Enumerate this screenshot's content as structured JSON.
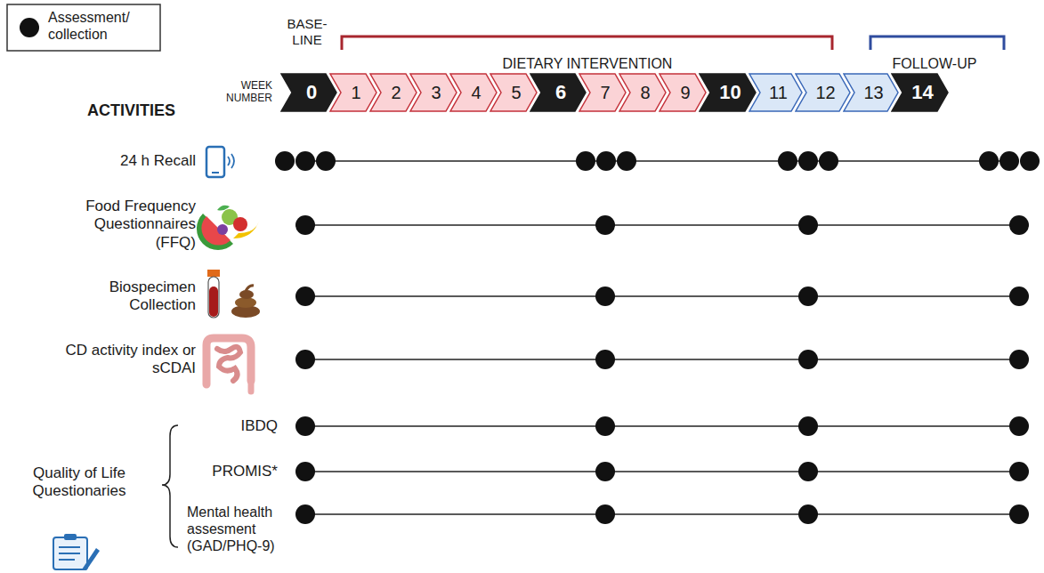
{
  "diagram": {
    "nodes": [
      {
        "text": [
          "0"
        ]
      },
      {
        "text": [
          "1"
        ]
      },
      {
        "text": [
          "2"
        ]
      },
      {
        "text": [
          "3"
        ]
      },
      {
        "text": [
          "4"
        ]
      },
      {
        "text": [
          "5"
        ]
      },
      {
        "text": [
          "6"
        ]
      },
      {
        "text": [
          "7"
        ]
      },
      {
        "text": [
          "8"
        ]
      },
      {
        "text": [
          "9"
        ]
      },
      {
        "text": [
          "10"
        ]
      },
      {
        "text": [
          "11"
        ]
      },
      {
        "text": [
          "12"
        ]
      },
      {
        "text": [
          "13"
        ]
      },
      {
        "text": [
          "14"
        ]
      }
    ],
    "labels": [
      "BASE- LINE",
      "DIETARY INTERVENTION",
      "FOLLOW-UP",
      "WEEK NUMBER",
      "ACTIVITIES",
      "24 h Recall",
      "Food Frequency Questionnaires (FFQ)",
      "Biospecimen Collection",
      "CD activity index or sCDAI",
      "IBDQ",
      "PROMIS*",
      "Mental health assesment (GAD/PHQ-9)",
      "Quality of Life Questionaries"
    ],
    "legend": [
      {
        "text": "Assessment/ collection"
      }
    ]
  }
}
